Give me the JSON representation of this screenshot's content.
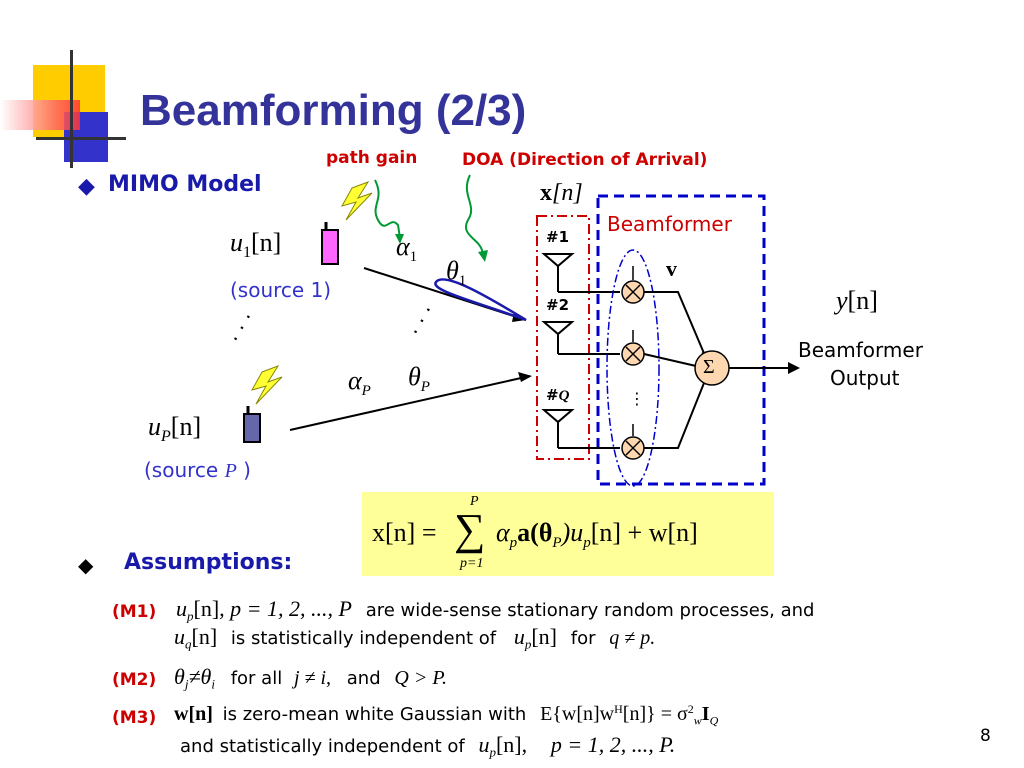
{
  "slide": {
    "title": "Beamforming (2/3)",
    "page_number": "8"
  },
  "diagram": {
    "section_label": "MIMO Model",
    "path_gain_label": "path gain",
    "doa_label": "DOA (Direction of Arrival)",
    "beamformer_label": "Beamformer",
    "beamformer_output_line1": "Beamformer",
    "beamformer_output_line2": "Output",
    "source1_label": "(source 1)",
    "sourceP_prefix": "(source ",
    "sourceP_var": "P",
    "sourceP_suffix": " )",
    "u1": "u",
    "u1_sub": "1",
    "uP": "u",
    "uP_sub": "P",
    "n_arg": "[n]",
    "alpha1": "α",
    "alpha1_sub": "1",
    "alphaP": "α",
    "alphaP_sub": "P",
    "theta1": "θ",
    "theta1_sub": "1",
    "thetaP": "θ",
    "thetaP_sub": "P",
    "x_label": "x",
    "x_arg": "[n]",
    "v_label": "v",
    "y_label": "y",
    "y_arg": "[n]",
    "antenna1": "#1",
    "antenna2": "#2",
    "antennaQ_prefix": "#",
    "antennaQ_var": "Q",
    "sigma": "Σ",
    "dots": "· · ·"
  },
  "formula": {
    "lhs": "x[n] =",
    "sum_top": "P",
    "sum_bottom": "p=1",
    "sum_sign": "∑",
    "rhs": "α",
    "rhs_sub_p": "p",
    "rhs_a": "a(θ",
    "rhs_sub_P": "P",
    "rhs_mid": ")u",
    "rhs_sub_p2": "p",
    "rhs_end": "[n] + w[n]"
  },
  "assumptions": {
    "heading": "Assumptions:",
    "m1_label": "(M1)",
    "m1_u": "u",
    "m1_u_sub": "p",
    "m1_u_arg": "[n]",
    "m1_p": ", p = 1, 2, ..., P",
    "m1_text1": "are wide-sense stationary random processes, and",
    "m1_uq": "u",
    "m1_uq_sub": "q",
    "m1_uq_arg": "[n]",
    "m1_text2": "is statistically independent of",
    "m1_up": "u",
    "m1_up_sub": "p",
    "m1_up_arg": "[n]",
    "m1_for": "for",
    "m1_cond": "q ≠ p.",
    "m2_label": "(M2)",
    "m2_theta": "θ",
    "m2_sub_j": "j",
    "m2_neq": "≠θ",
    "m2_sub_i": "i",
    "m2_text1": "for all",
    "m2_cond": "j ≠ i,",
    "m2_and": "and",
    "m2_cond2": "Q > P.",
    "m3_label": "(M3)",
    "m3_w": "w[n]",
    "m3_text1": "is zero-mean white Gaussian with",
    "m3_expr": "E{w[n]w",
    "m3_H": "H",
    "m3_expr2": "[n]} = σ",
    "m3_sup2": "2",
    "m3_subw": "w",
    "m3_I": "I",
    "m3_subQ": "Q",
    "m3_text2": "and statistically independent of",
    "m3_up": "u",
    "m3_up_sub": "p",
    "m3_up_arg": "[n],",
    "m3_p": "p = 1, 2, ..., P."
  },
  "colors": {
    "title": "#333399",
    "accent_red": "#cc0000",
    "accent_blue": "#3333cc",
    "formula_bg": "#ffff99",
    "deco_yellow": "#ffcc00",
    "deco_blue": "#3333cc"
  }
}
